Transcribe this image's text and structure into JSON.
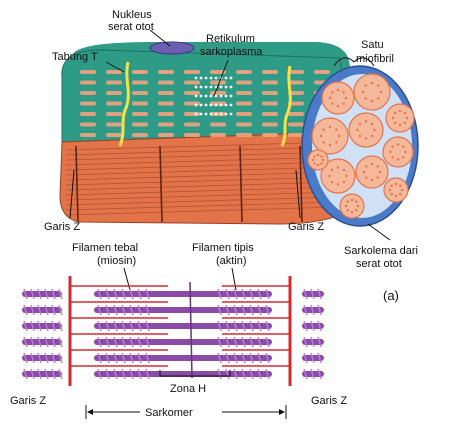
{
  "labels": {
    "nucleus": [
      "Nukleus",
      "serat otot"
    ],
    "t_tubule": "Tabung T",
    "sr": [
      "Retikulum",
      "sarkoplasma"
    ],
    "myofibril": [
      "Satu",
      "miofibril"
    ],
    "z_line": "Garis Z",
    "sarcolemma": [
      "Sarkolema dari",
      "serat otot"
    ],
    "thick": [
      "Filamen tebal",
      "(miosin)"
    ],
    "thin": [
      "Filamen tipis",
      "(aktin)"
    ],
    "panel": "(a)",
    "h_zone": "Zona H",
    "sarcomere": "Sarkomer"
  },
  "colors": {
    "teal": "#2e9b86",
    "teal_dark": "#1f6f60",
    "orange": "#e3744a",
    "orange_light": "#f2a37f",
    "salmon": "#f6b89a",
    "yellow": "#f2e34a",
    "nucleus": "#6a5fb0",
    "blue": "#4a7ac8",
    "red": "#d8282f",
    "purple": "#8a4aa8",
    "purple_light": "#c07ad8"
  }
}
